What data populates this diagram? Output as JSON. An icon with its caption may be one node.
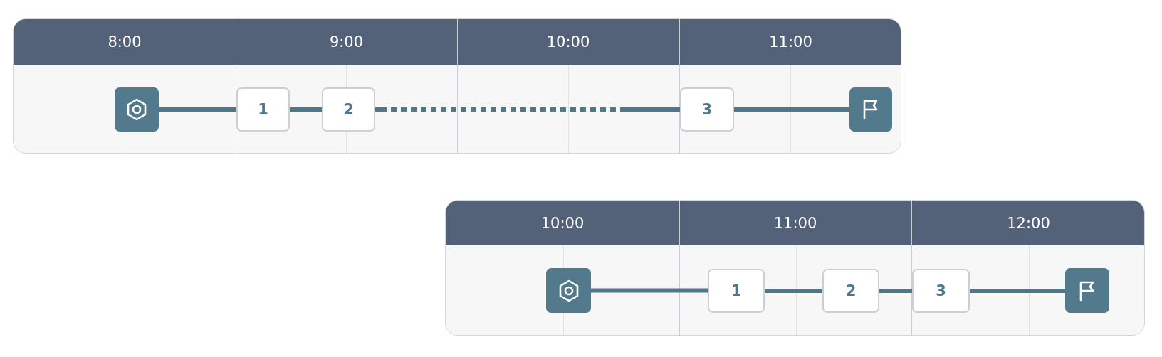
{
  "diagram": {
    "nodes": [
      {
        "text": [],
        "shape": "box"
      },
      {
        "text": [
          "1"
        ]
      },
      {
        "text": [
          "2"
        ]
      },
      {
        "text": [
          "3"
        ]
      },
      {
        "text": [],
        "shape": "box"
      },
      {
        "text": [],
        "shape": "box"
      },
      {
        "text": [
          "1"
        ]
      },
      {
        "text": [
          "2"
        ]
      },
      {
        "text": [
          "3"
        ]
      },
      {
        "text": [],
        "shape": "box"
      }
    ],
    "edges": [
      {
        "from": 0,
        "to": 1,
        "arrow": "none"
      },
      {
        "from": 1,
        "to": 2,
        "arrow": "none"
      },
      {
        "from": 2,
        "to": 3,
        "arrow": "none",
        "style": "dashed"
      },
      {
        "from": 3,
        "to": 4,
        "arrow": "none"
      },
      {
        "from": 5,
        "to": 6,
        "arrow": "none"
      },
      {
        "from": 6,
        "to": 7,
        "arrow": "none"
      },
      {
        "from": 7,
        "to": 8,
        "arrow": "none"
      },
      {
        "from": 8,
        "to": 9,
        "arrow": "none"
      }
    ],
    "labels": [
      "8:00",
      "9:00",
      "10:00",
      "11:00",
      "10:00",
      "11:00",
      "12:00"
    ]
  }
}
